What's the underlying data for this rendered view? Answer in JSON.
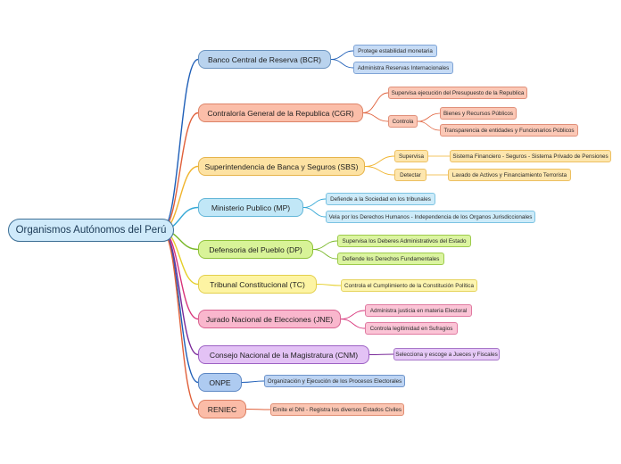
{
  "root": {
    "label": "Organismos Autónomos del Perú"
  },
  "branches": [
    {
      "label": "Banco Central de Reserva (BCR)",
      "color": "#1f5fb8",
      "children": [
        {
          "label": "Protege estabilidad monetaria"
        },
        {
          "label": "Administra Reservas Internacionales"
        }
      ]
    },
    {
      "label": "Contraloría General de la Republica (CGR)",
      "color": "#e0603a",
      "children": [
        {
          "label": "Supervisa ejecución del Presupuesto de la Republica"
        },
        {
          "label": "Controla",
          "children": [
            {
              "label": "Bienes y Recursos Públicos"
            },
            {
              "label": "Transparencia de entidades y Funcionarios Públicos"
            }
          ]
        }
      ]
    },
    {
      "label": "Superintendencia de Banca y Seguros (SBS)",
      "color": "#f0b42d",
      "children": [
        {
          "label": "Supervisa",
          "children": [
            {
              "label": "Sistema Financiero - Seguros - Sistema Privado de Pensiones"
            }
          ]
        },
        {
          "label": "Detectar",
          "children": [
            {
              "label": "Lavado de Activos y Financiamiento Terrorista"
            }
          ]
        }
      ]
    },
    {
      "label": "Ministerio Publico (MP)",
      "color": "#35a8d6",
      "children": [
        {
          "label": "Defiende a la Sociedad en los tribunales"
        },
        {
          "label": "Vela por los Derechos Humanos - Independencia de los Organos Jurisdiccionales"
        }
      ]
    },
    {
      "label": "Defensoria del Pueblo (DP)",
      "color": "#79b829",
      "children": [
        {
          "label": "Supervisa los Deberes Administrativos del Estado"
        },
        {
          "label": "Defiende los Derechos Fundamentales"
        }
      ]
    },
    {
      "label": "Tribunal Constitucional (TC)",
      "color": "#e5cf2a",
      "children": [
        {
          "label": "Controla el Cumplimiento de la Constitución Política"
        }
      ]
    },
    {
      "label": "Jurado Nacional de Elecciones (JNE)",
      "color": "#d8337a",
      "children": [
        {
          "label": "Administra justicia en materia Electoral"
        },
        {
          "label": "Controla legitimidad en Sufragios"
        }
      ]
    },
    {
      "label": "Consejo Nacional de la Magistratura (CNM)",
      "color": "#7a2a9a",
      "children": [
        {
          "label": "Selecciona y escoge a Jueces y Fiscales"
        }
      ]
    },
    {
      "label": "ONPE",
      "color": "#1f5fb8",
      "children": [
        {
          "label": "Organización y Ejecución de los Procesos Electorales"
        }
      ]
    },
    {
      "label": "RENIEC",
      "color": "#e0603a",
      "children": [
        {
          "label": "Emite el DNI - Registra los diversos Estados Civiles"
        }
      ]
    }
  ]
}
